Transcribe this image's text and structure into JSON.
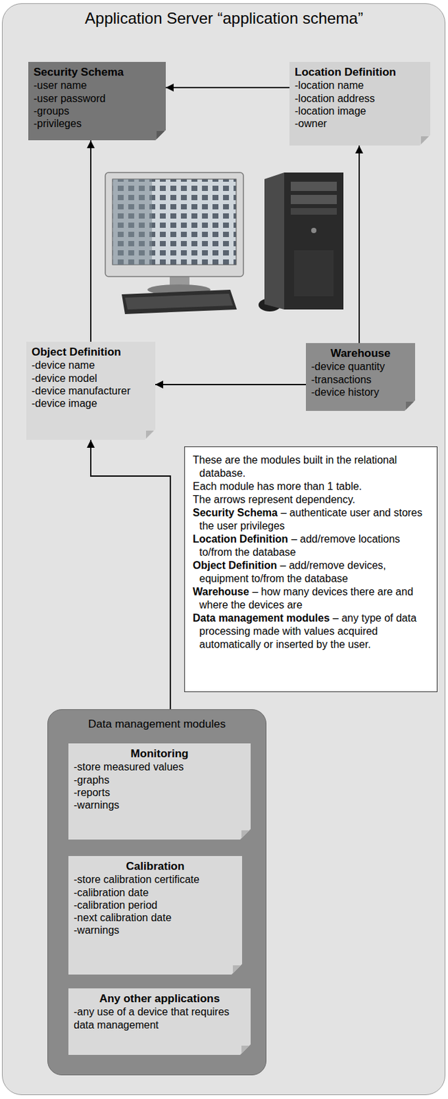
{
  "diagram": {
    "title": "Application Server “application schema”",
    "nodes": [
      {
        "text": [
          "Security Schema",
          "-user name",
          "-user password",
          "-groups",
          "-privileges"
        ]
      },
      {
        "text": [
          "Location Definition",
          "-location name",
          "-location address",
          "-location image",
          "-owner"
        ]
      },
      {
        "text": [
          "Object Definition",
          "-device name",
          "-device model",
          "-device manufacturer",
          "-device image"
        ]
      },
      {
        "text": [
          "Warehouse",
          "-device quantity",
          "-transactions",
          "-device history"
        ]
      },
      {
        "text": [
          "These are the modules built in the relational database.",
          "Each module has more than 1 table.",
          "The arrows represent dependency.",
          "Security Schema",
          "– authenticate user and stores the user privileges",
          "Location Definition",
          "– add/remove locations to/from the database",
          "Object Definition",
          "– add/remove devices, equipment to/from the database",
          "Warehouse",
          "– how many devices there are and where the devices are",
          "Data management modules",
          "– any type of data processing made with values acquired automatically or inserted by the user."
        ]
      },
      {
        "text": [
          "Data management modules"
        ]
      },
      {
        "text": [
          "Monitoring",
          "-store measured values",
          "-graphs",
          "-reports",
          "-warnings"
        ],
        "in": 5
      },
      {
        "text": [
          "Calibration",
          "-store calibration certificate",
          "-calibration date",
          "-calibration period",
          "-next calibration date",
          "-warnings"
        ],
        "in": 5
      },
      {
        "text": [
          "Any other applications",
          "-any use of a device that requires data management"
        ],
        "in": 5
      }
    ],
    "edges": [
      {
        "from": 1,
        "to": 0,
        "arrow": "to"
      },
      {
        "from": 2,
        "to": 0,
        "arrow": "to"
      },
      {
        "from": 3,
        "to": 2,
        "arrow": "to"
      },
      {
        "from": 3,
        "to": 1,
        "arrow": "to"
      },
      {
        "from": 5,
        "to": 2,
        "arrow": "to"
      }
    ]
  }
}
